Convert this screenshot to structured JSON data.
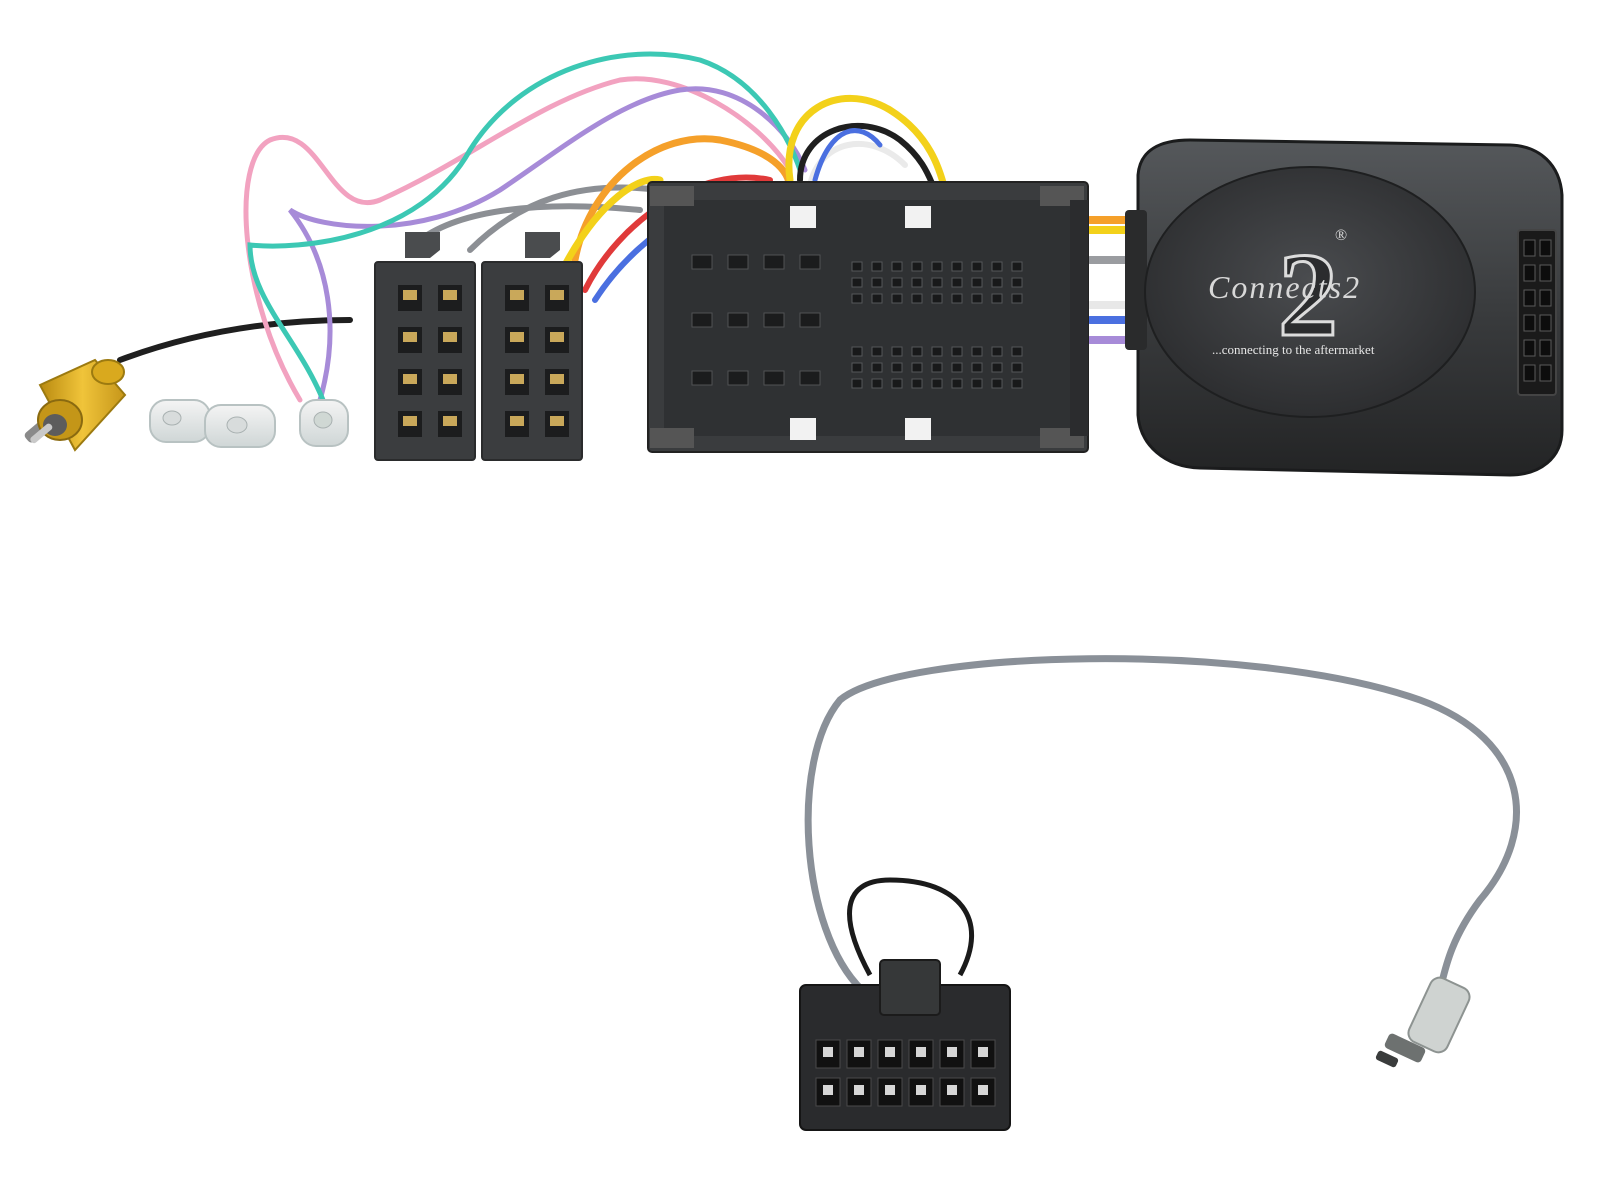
{
  "product": {
    "brand_logo_text": "Connects2",
    "brand_mark_numeral": "2",
    "registered_mark": "®",
    "tagline": "...connecting to the aftermarket"
  },
  "colors": {
    "background": "#ffffff",
    "module_body": "#3a3c3e",
    "connector_plastic": "#3b3d3f",
    "rca_plug": "#e0b21e",
    "cable_grey": "#8a9098",
    "wire_teal": "#3cc8b4",
    "wire_pink": "#f2a2c0",
    "wire_violet": "#a78bd8",
    "wire_orange": "#f5a02a",
    "wire_yellow": "#f3d11a",
    "wire_red": "#e03a3a",
    "wire_blue": "#4a6fe0",
    "wire_grey": "#8c8f94",
    "wire_black": "#1f1f1f"
  },
  "icons": {
    "rca": "rca-plug-icon",
    "spade": "spade-terminal-icon",
    "iso": "iso-connector-icon",
    "oem": "vehicle-harness-connector-icon",
    "module": "interface-module-icon",
    "patch": "patch-lead-icon"
  }
}
